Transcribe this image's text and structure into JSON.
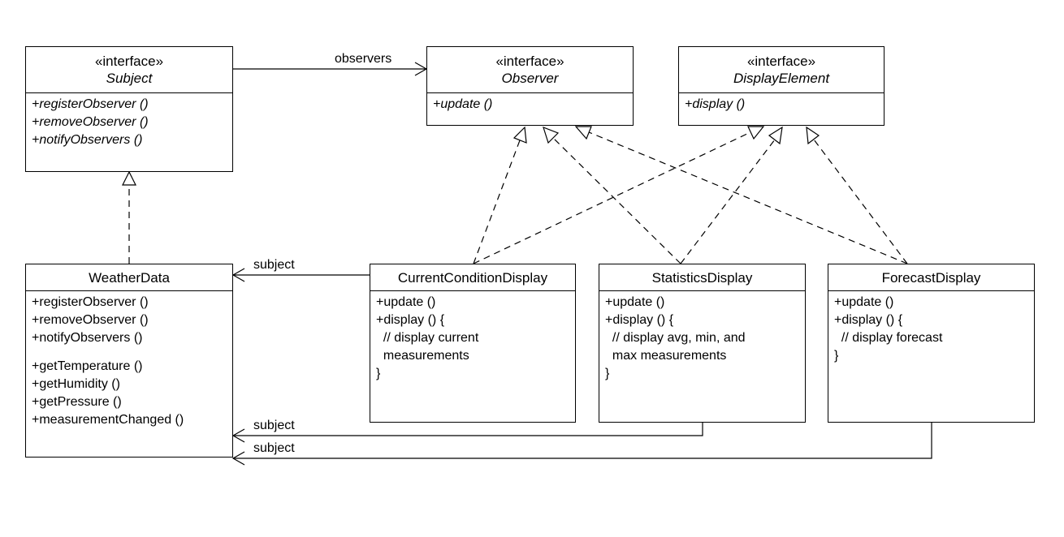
{
  "interfaces": {
    "subject": {
      "stereotype": "«interface»",
      "name": "Subject",
      "operations": [
        "+registerObserver ()",
        "+removeObserver ()",
        "+notifyObservers ()"
      ]
    },
    "observer": {
      "stereotype": "«interface»",
      "name": "Observer",
      "operations": [
        "+update ()"
      ]
    },
    "display_element": {
      "stereotype": "«interface»",
      "name": "DisplayElement",
      "operations": [
        "+display ()"
      ]
    }
  },
  "classes": {
    "weather_data": {
      "name": "WeatherData",
      "operations_group1": [
        "+registerObserver ()",
        "+removeObserver ()",
        "+notifyObservers ()"
      ],
      "operations_group2": [
        "+getTemperature ()",
        "+getHumidity ()",
        "+getPressure ()",
        "+measurementChanged ()"
      ]
    },
    "current_condition": {
      "name": "CurrentConditionDisplay",
      "operations": [
        "+update ()",
        "+display () {",
        "  // display current",
        "  measurements",
        "}"
      ]
    },
    "statistics": {
      "name": "StatisticsDisplay",
      "operations": [
        "+update ()",
        "+display () {",
        "  // display avg, min, and",
        "  max measurements",
        "}"
      ]
    },
    "forecast": {
      "name": "ForecastDisplay",
      "operations": [
        "+update ()",
        "+display () {",
        "  // display forecast",
        "}"
      ]
    }
  },
  "edge_labels": {
    "observers": "observers",
    "subject_current": "subject",
    "subject_statistics": "subject",
    "subject_forecast": "subject"
  },
  "relationships": [
    {
      "from": "WeatherData",
      "to": "Subject",
      "type": "realization"
    },
    {
      "from": "CurrentConditionDisplay",
      "to": "Observer",
      "type": "realization"
    },
    {
      "from": "CurrentConditionDisplay",
      "to": "DisplayElement",
      "type": "realization"
    },
    {
      "from": "StatisticsDisplay",
      "to": "Observer",
      "type": "realization"
    },
    {
      "from": "StatisticsDisplay",
      "to": "DisplayElement",
      "type": "realization"
    },
    {
      "from": "ForecastDisplay",
      "to": "Observer",
      "type": "realization"
    },
    {
      "from": "ForecastDisplay",
      "to": "DisplayElement",
      "type": "realization"
    },
    {
      "from": "Subject",
      "to": "Observer",
      "type": "association",
      "label": "observers"
    },
    {
      "from": "CurrentConditionDisplay",
      "to": "WeatherData",
      "type": "association",
      "label": "subject"
    },
    {
      "from": "StatisticsDisplay",
      "to": "WeatherData",
      "type": "association",
      "label": "subject"
    },
    {
      "from": "ForecastDisplay",
      "to": "WeatherData",
      "type": "association",
      "label": "subject"
    }
  ]
}
